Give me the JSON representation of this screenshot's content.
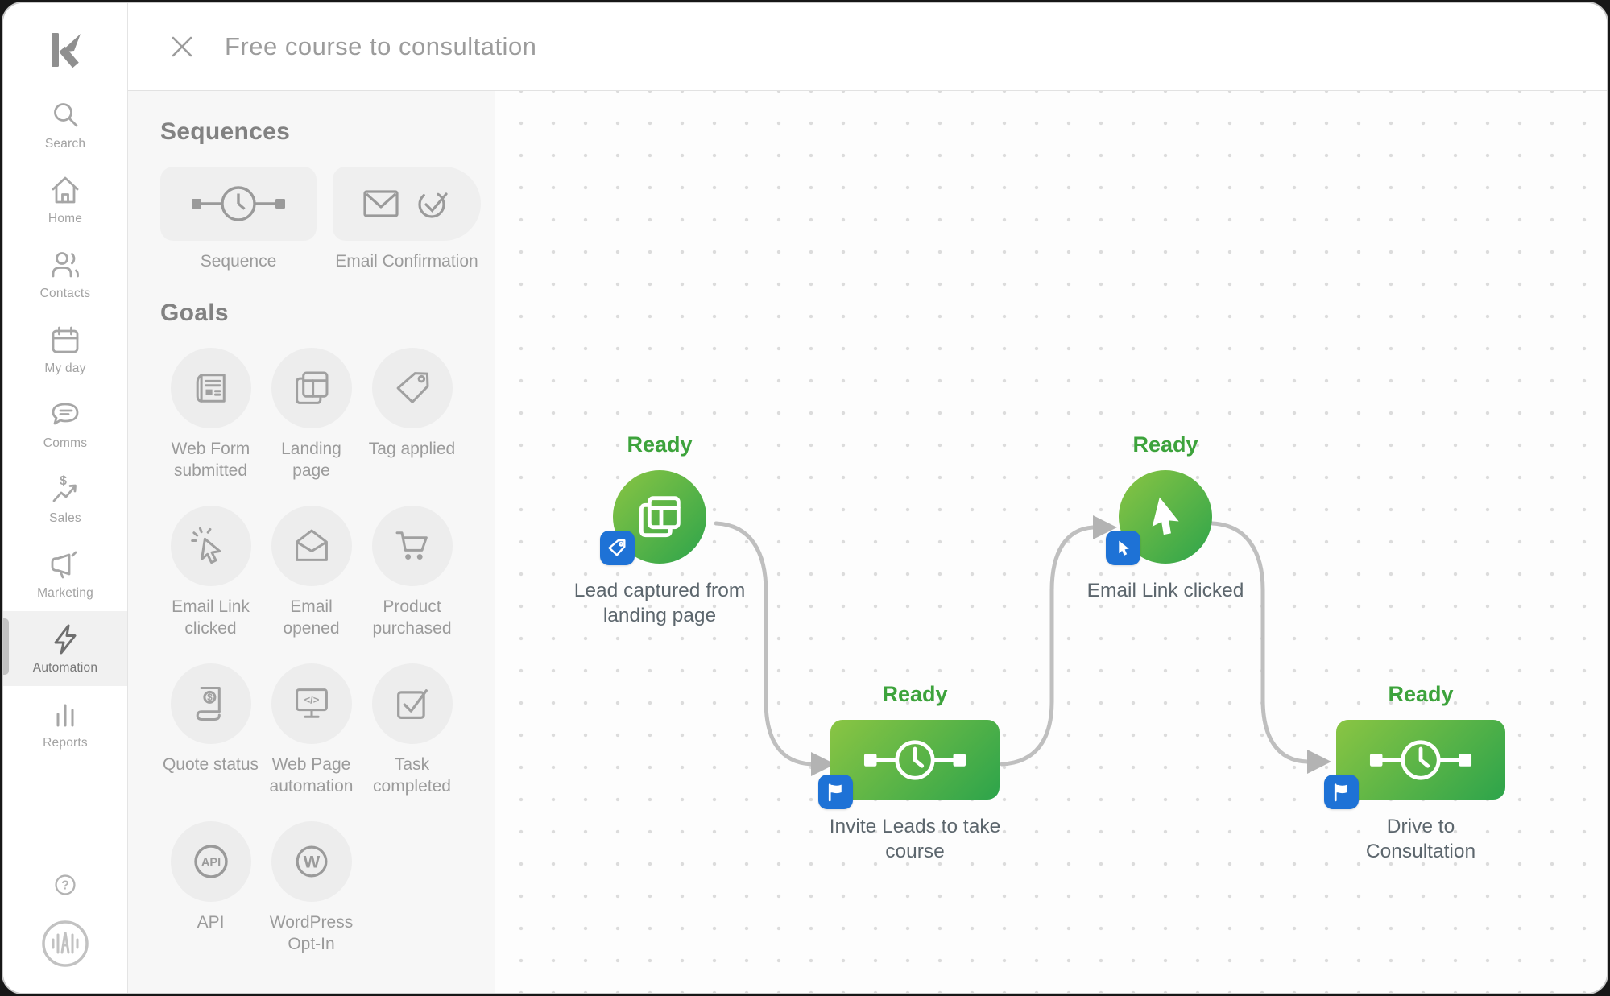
{
  "window": {
    "title": "Free course to consultation"
  },
  "sidebar": {
    "items": [
      {
        "label": "Search",
        "icon": "search-icon"
      },
      {
        "label": "Home",
        "icon": "home-icon"
      },
      {
        "label": "Contacts",
        "icon": "contacts-icon"
      },
      {
        "label": "My day",
        "icon": "calendar-icon"
      },
      {
        "label": "Comms",
        "icon": "speech-bubble-icon"
      },
      {
        "label": "Sales",
        "icon": "sales-trend-icon"
      },
      {
        "label": "Marketing",
        "icon": "megaphone-icon"
      },
      {
        "label": "Automation",
        "icon": "lightning-icon",
        "active": true
      },
      {
        "label": "Reports",
        "icon": "bar-chart-icon"
      }
    ]
  },
  "panel": {
    "sequences": {
      "heading": "Sequences",
      "items": [
        {
          "label": "Sequence",
          "icon": "sequence-icon"
        },
        {
          "label": "Email Confirmation",
          "icons": [
            "envelope-icon",
            "check-circle-icon"
          ]
        }
      ]
    },
    "goals": {
      "heading": "Goals",
      "items": [
        {
          "label": "Web Form submitted",
          "icon": "web-form-icon"
        },
        {
          "label": "Landing page",
          "icon": "landing-page-icon"
        },
        {
          "label": "Tag applied",
          "icon": "tag-icon"
        },
        {
          "label": "Email Link clicked",
          "icon": "cursor-click-icon"
        },
        {
          "label": "Email opened",
          "icon": "email-opened-icon"
        },
        {
          "label": "Product purchased",
          "icon": "shopping-cart-icon"
        },
        {
          "label": "Quote status",
          "icon": "quote-scroll-icon"
        },
        {
          "label": "Web Page automation",
          "icon": "monitor-code-icon"
        },
        {
          "label": "Task completed",
          "icon": "task-check-icon"
        },
        {
          "label": "API",
          "icon": "api-icon"
        },
        {
          "label": "WordPress Opt-In",
          "icon": "wordpress-icon"
        }
      ]
    }
  },
  "canvas": {
    "nodes": [
      {
        "status": "Ready",
        "label": "Lead captured from landing page",
        "shape": "circle",
        "icon": "landing-page-icon",
        "badge": "tag-icon"
      },
      {
        "status": "Ready",
        "label": "Invite Leads to take course",
        "shape": "rect",
        "icon": "sequence-icon",
        "badge": "flag-icon"
      },
      {
        "status": "Ready",
        "label": "Email Link clicked",
        "shape": "circle",
        "icon": "cursor-icon",
        "badge": "cursor-icon"
      },
      {
        "status": "Ready",
        "label": "Drive to Consultation",
        "shape": "rect",
        "icon": "sequence-icon",
        "badge": "flag-icon"
      }
    ]
  },
  "icons": {
    "keap-logo": "stylized k with cursor arrow",
    "close-icon": "✕",
    "search-icon": "⌕",
    "home-icon": "⌂",
    "contacts-icon": "person silhouette",
    "calendar-icon": "▦",
    "speech-bubble-icon": "💬",
    "sales-trend-icon": "$ over rising zigzag",
    "megaphone-icon": "📣",
    "lightning-icon": "⚡",
    "bar-chart-icon": "ılı",
    "help-icon": "? in circle",
    "brand-audio-icon": "A between sound bars in circle",
    "sequence-icon": "square—clock—square timeline",
    "envelope-icon": "✉",
    "check-circle-icon": "✓ in broken circle",
    "tag-icon": "🏷",
    "cursor-icon": "mouse pointer",
    "flag-icon": "⚑"
  },
  "colors": {
    "ready_green": "#3da33c",
    "node_green_light": "#8ac543",
    "node_green_dark": "#2da44b",
    "badge_blue": "#1e72d6",
    "connector_gray": "#bfbfbf",
    "panel_bg": "#f7f7f7",
    "icon_gray": "#a0a0a0"
  }
}
